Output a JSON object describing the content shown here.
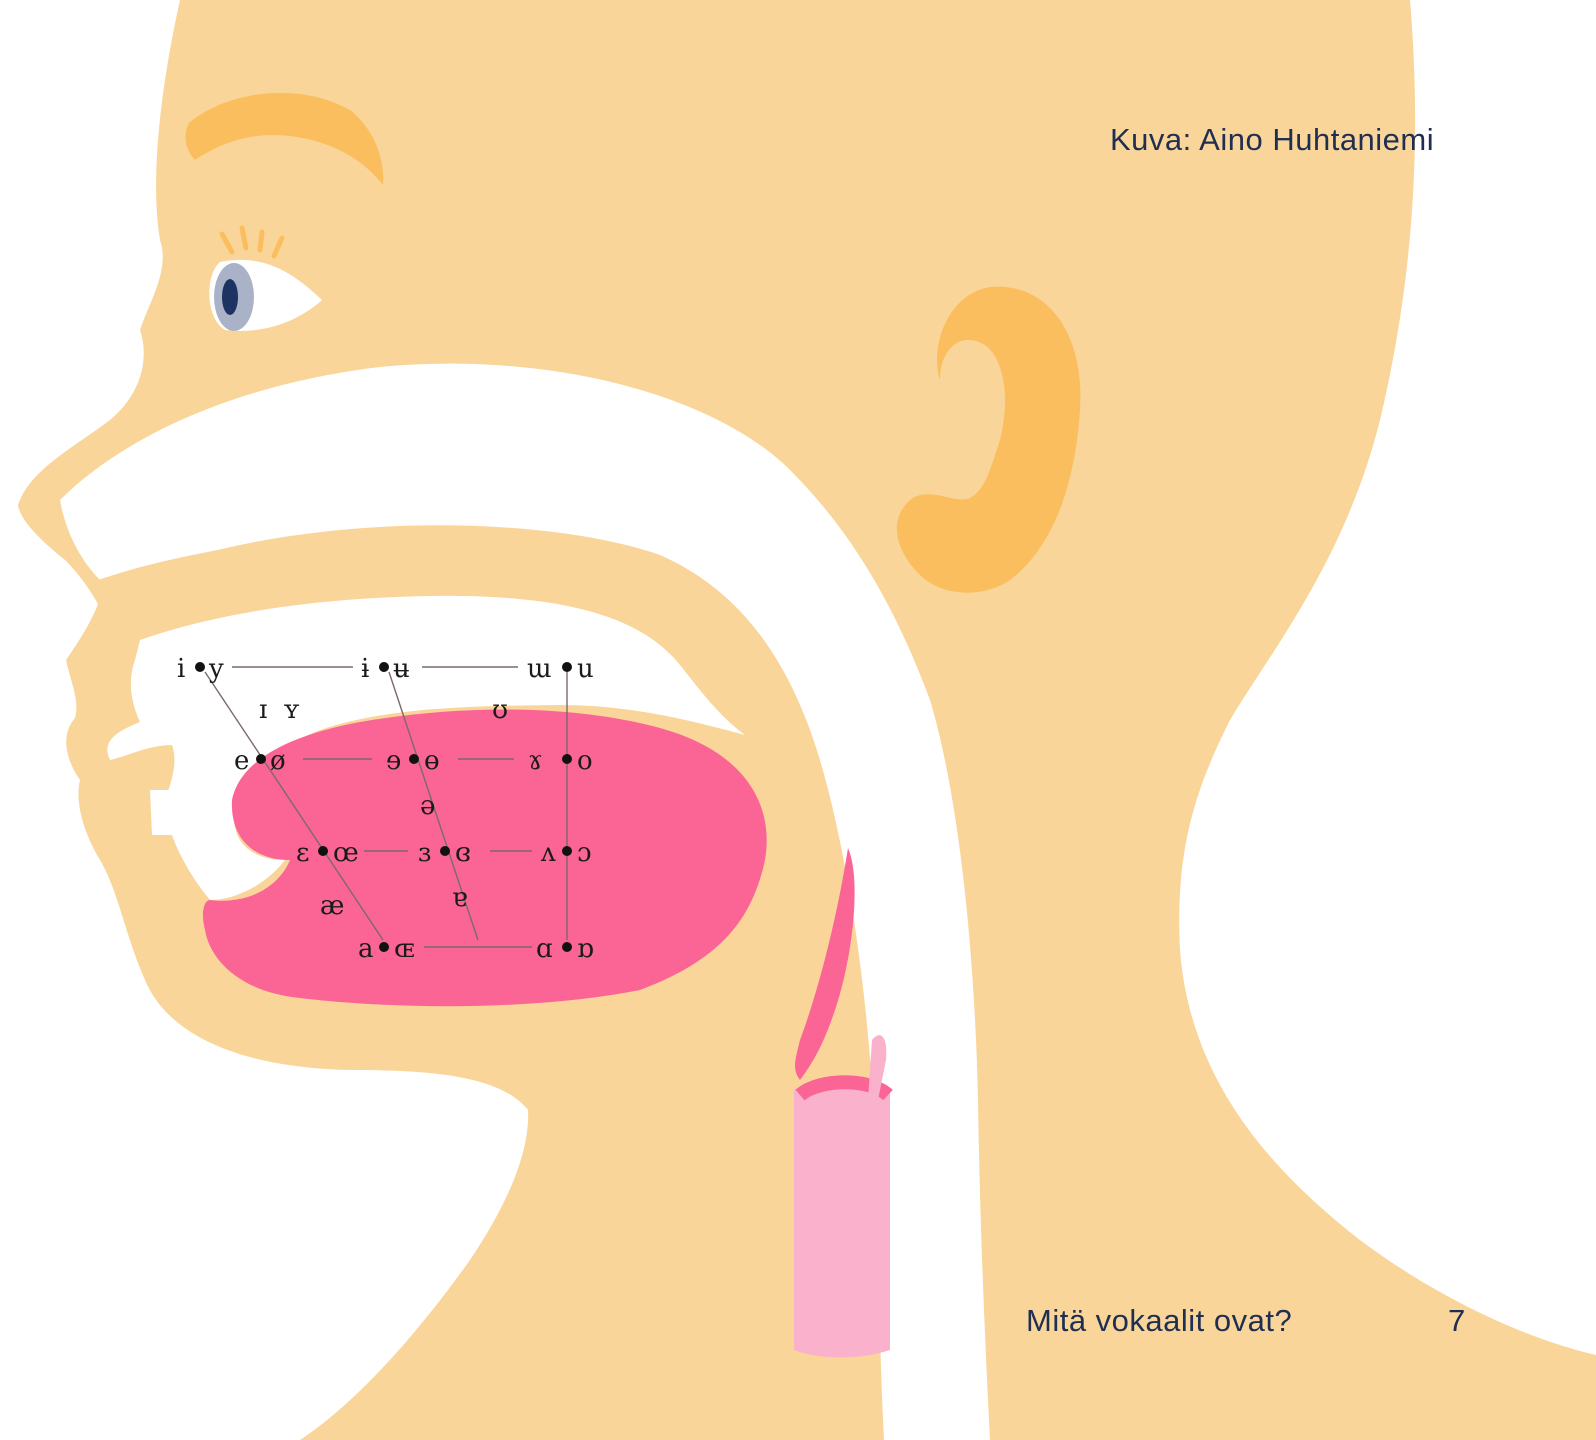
{
  "credit": "Kuva: Aino Huhtaniemi",
  "footer": {
    "title": "Mitä vokaalit ovat?",
    "page_number": "7"
  },
  "colors": {
    "skin": "#fad59a",
    "ear_brow": "#fbbe5e",
    "tongue": "#fa6596",
    "trachea": "#f9b1cc",
    "text": "#1f2f52"
  },
  "vowel_chart": {
    "close": {
      "front_unrounded": "i",
      "front_rounded": "y",
      "central_unrounded": "ɨ",
      "central_rounded": "ʉ",
      "back_unrounded": "ɯ",
      "back_rounded": "u"
    },
    "near_close": {
      "front_unrounded": "ɪ",
      "front_rounded": "ʏ",
      "back_rounded": "ʊ"
    },
    "close_mid": {
      "front_unrounded": "e",
      "front_rounded": "ø",
      "central_unrounded": "ɘ",
      "central_rounded": "ɵ",
      "back_unrounded": "ɤ",
      "back_rounded": "o"
    },
    "mid": {
      "central": "ə"
    },
    "open_mid": {
      "front_unrounded": "ɛ",
      "front_rounded": "œ",
      "central_unrounded": "ɜ",
      "central_rounded": "ɞ",
      "back_unrounded": "ʌ",
      "back_rounded": "ɔ"
    },
    "near_open": {
      "front": "æ",
      "central": "ɐ"
    },
    "open": {
      "front_unrounded": "a",
      "front_rounded": "ɶ",
      "back_unrounded": "ɑ",
      "back_rounded": "ɒ"
    }
  }
}
